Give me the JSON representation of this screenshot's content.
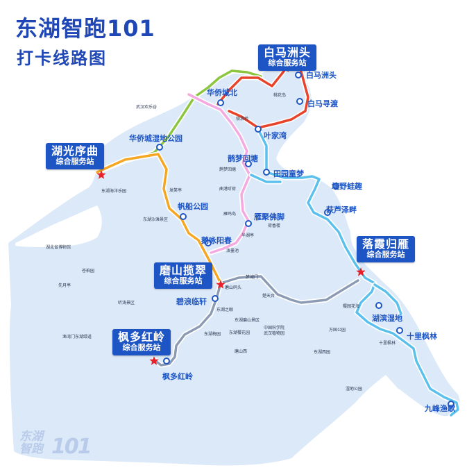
{
  "title": {
    "line1": "东湖智跑101",
    "line2": "打卡线路图"
  },
  "colors": {
    "land": "#dce9f8",
    "water": "#ffffff",
    "brand": "#1f47b5",
    "station_box": "#1d55c4",
    "route_red": "#e8442b",
    "route_green": "#8cc63f",
    "route_orange": "#f5a623",
    "route_pink": "#f4a9e0",
    "route_cyan": "#5bc0eb",
    "route_gray": "#8c9bb4",
    "star": "#e8202a"
  },
  "service_stations": [
    {
      "name": "白马洲头",
      "sub": "综合服务站"
    },
    {
      "name": "湖光序曲",
      "sub": "综合服务站"
    },
    {
      "name": "落霞归雁",
      "sub": "综合服务站"
    },
    {
      "name": "磨山揽翠",
      "sub": "综合服务站"
    },
    {
      "name": "枫多红岭",
      "sub": "综合服务站"
    }
  ],
  "checkpoints": [
    "白马洲头",
    "白马寻渡",
    "华侨城北",
    "叶家湾",
    "华侨城湿地公园",
    "鹊梦回塘",
    "田园童梦",
    "塘野蛙趣",
    "荻芦泽畔",
    "帆船公园",
    "雁聚佛脚",
    "鹅咏阳春",
    "碧浪临轩",
    "湖滨湿地",
    "十里枫林",
    "九峰渔歌",
    "枫多红岭"
  ],
  "place_labels": [
    "武汉欢乐谷",
    "桃花岛",
    "锁浪桥",
    "东湖海洋乐园",
    "鹊梦回塘",
    "曲港听荷",
    "发笑亭",
    "雁鸣岛",
    "东湖沙滩景区",
    "荷香楼",
    "半湖亭",
    "泼墨池",
    "湖北省博物馆",
    "苍柏园",
    "先月亭",
    "梦城门",
    "磨山码头",
    "楚天台",
    "听涛景区",
    "樱园花海",
    "东湖之眼",
    "东湖磨山景区",
    "中国科学院武汉植物园",
    "万国公园",
    "东湖梅园",
    "东湖樱花园",
    "十里枫林",
    "渔湾门东湖绿道",
    "磨山西",
    "东湖西园",
    "湿地公园"
  ],
  "logo": {
    "text": "东湖智跑",
    "num": "101"
  }
}
